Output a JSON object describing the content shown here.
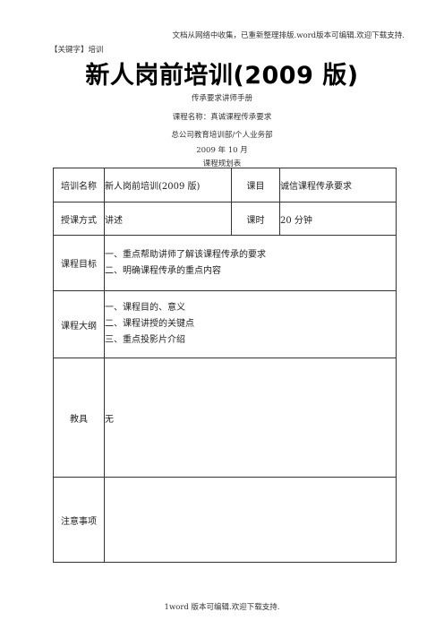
{
  "header": {
    "top_note": "文档从网络中收集，已重新整理排版.word版本可编辑.欢迎下载支持.",
    "keyword_line": "【关键字】培训"
  },
  "doc": {
    "title": "新人岗前培训(2009 版)",
    "subtitle": "传承要求讲师手册",
    "course_line": "课程名称：真诚课程传承要求",
    "dept_line": "总公司教育培训部/个人业务部",
    "date_line": "2009 年 10 月",
    "table_caption": "课程规划表"
  },
  "table": {
    "row1": {
      "label1": "培训名称",
      "value1": "新人岗前培训(2009 版)",
      "label2": "课目",
      "value2": "诚信课程传承要求"
    },
    "row2": {
      "label1": "授课方式",
      "value1": "讲述",
      "label2": "课时",
      "value2": "20 分钟"
    },
    "objectives": {
      "label": "课程目标",
      "items": [
        "一、重点帮助讲师了解该课程传承的要求",
        "二、明确课程传承的重点内容"
      ]
    },
    "outline": {
      "label": "课程大纲",
      "items": [
        "一、课程目的、意义",
        "二、课程讲授的关键点",
        "三、重点投影片介绍"
      ]
    },
    "materials": {
      "label": "教具",
      "value": "无"
    },
    "notes": {
      "label": "注意事项",
      "value": ""
    }
  },
  "footer": {
    "text": "1word 版本可编辑.欢迎下载支持."
  }
}
